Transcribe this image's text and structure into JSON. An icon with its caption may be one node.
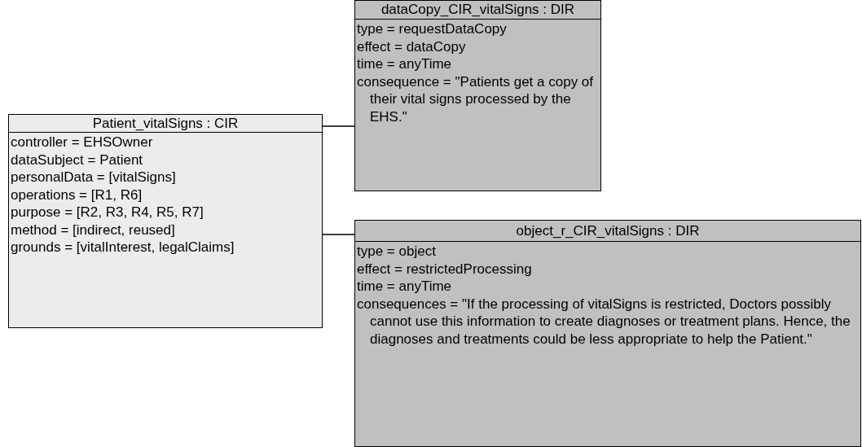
{
  "diagram": {
    "nodes": [
      {
        "text": [
          "Patient_vitalSigns : CIR",
          "controller = EHSOwner",
          "dataSubject = Patient",
          "personalData = [vitalSigns]",
          "operations = [R1, R6]",
          "purpose = [R2, R3, R4, R5, R7]",
          "method = [indirect, reused]",
          "grounds = [vitalInterest, legalClaims]"
        ]
      },
      {
        "text": [
          "dataCopy_CIR_vitalSigns : DIR",
          "type = requestDataCopy",
          "effect = dataCopy",
          "time = anyTime",
          "consequence = \"Patients get a copy of their vital signs processed by the EHS.\""
        ]
      },
      {
        "text": [
          "object_r_CIR_vitalSigns : DIR",
          "type = object",
          "effect = restrictedProcessing",
          "time = anyTime",
          "consequences = \"If the processing of vitalSigns is restricted, Doctors possibly cannot use this information to create diagnoses or treatment plans. Hence, the diagnoses and treatments could be less appropriate to help the Patient.\""
        ]
      }
    ],
    "edges": [
      {
        "from": 0,
        "to": 1,
        "arrow": "none"
      },
      {
        "from": 0,
        "to": 2,
        "arrow": "none"
      }
    ]
  }
}
